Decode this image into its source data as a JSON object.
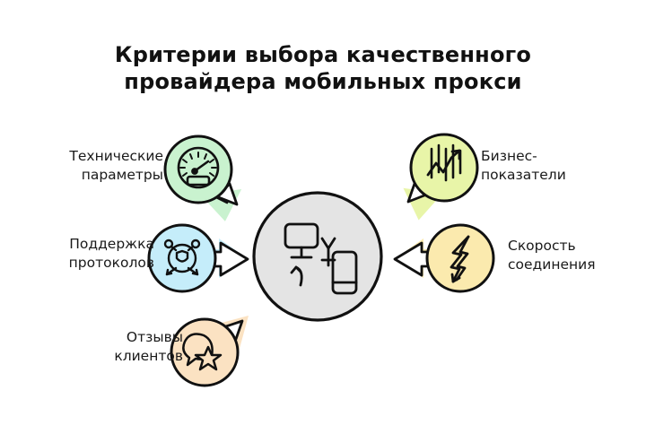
{
  "title": {
    "line1": "Критерии выбора качественного",
    "line2": "провайдера мобильных прокси",
    "full": "Критерии выбора качественного провайдера мобильных прокси"
  },
  "center": {
    "icon": "desktop-antenna-mobile-icon",
    "circle_color": "#e4e4e4",
    "outline_color": "#111111"
  },
  "items": [
    {
      "id": "technical-parameters",
      "label_line1": "Технические",
      "label_line2": "параметры",
      "icon": "speedometer-icon",
      "color": "#c9f2cf",
      "arrow_direction": "down-right",
      "side": "left-top"
    },
    {
      "id": "protocol-support",
      "label_line1": "Поддержка",
      "label_line2": "протоколов",
      "icon": "shield-network-icon",
      "color": "#c5edfa",
      "arrow_direction": "right",
      "side": "left-middle"
    },
    {
      "id": "client-reviews",
      "label_line1": "Отзывы",
      "label_line2": "клиентов",
      "icon": "speech-bubble-star-icon",
      "color": "#fbe2c2",
      "arrow_direction": "up-right",
      "side": "left-bottom"
    },
    {
      "id": "business-indicators",
      "label_line1": "Бизнес-",
      "label_line2": "показатели",
      "icon": "bar-chart-trend-icon",
      "color": "#e8f5a8",
      "arrow_direction": "down-left",
      "side": "right-top"
    },
    {
      "id": "connection-speed",
      "label_line1": "Скорость",
      "label_line2": "соединения",
      "icon": "lightning-bolt-icon",
      "color": "#fbeaae",
      "arrow_direction": "left",
      "side": "right-middle"
    }
  ],
  "colors": {
    "background": "#ffffff",
    "text": "#111111",
    "stroke": "#111111"
  }
}
